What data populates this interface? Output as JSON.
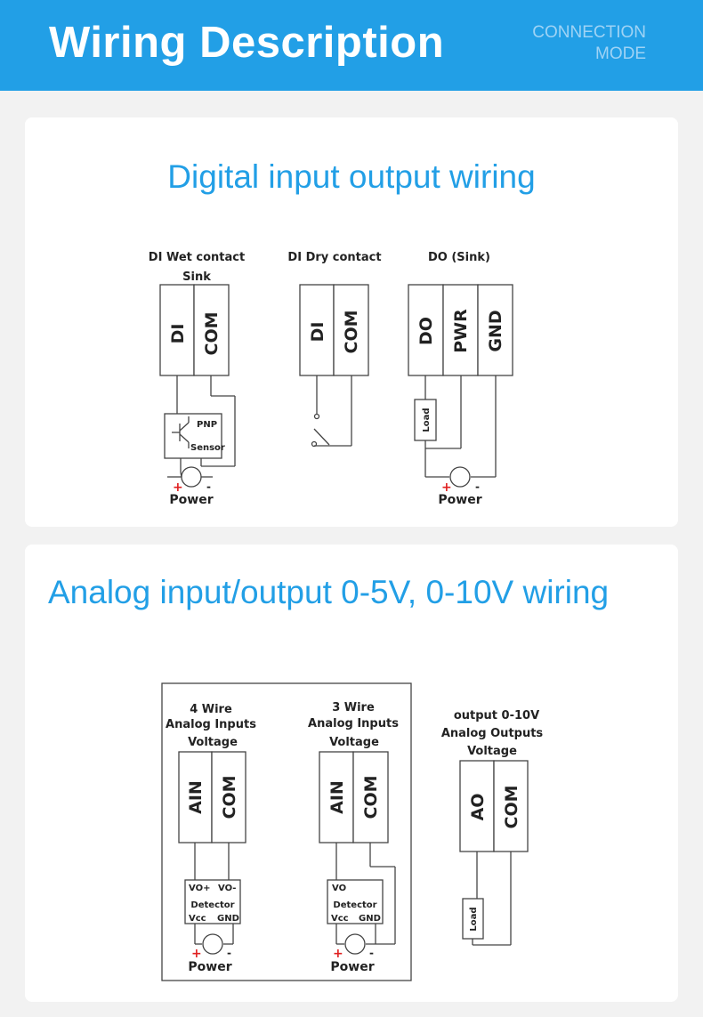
{
  "header": {
    "title": "Wiring Description",
    "sub_line1": "CONNECTION",
    "sub_line2": "MODE"
  },
  "digital": {
    "title": "Digital input output wiring",
    "wet": {
      "label1": "DI Wet contact",
      "label2": "Sink",
      "t1": "DI",
      "t2": "COM",
      "sensor_type": "PNP",
      "sensor_label": "Sensor",
      "power": "Power",
      "plus": "+",
      "minus": "-"
    },
    "dry": {
      "label": "DI Dry contact",
      "t1": "DI",
      "t2": "COM"
    },
    "do": {
      "label": "DO  (Sink)",
      "t1": "DO",
      "t2": "PWR",
      "t3": "GND",
      "load": "Load",
      "power": "Power",
      "plus": "+",
      "minus": "-"
    }
  },
  "analog": {
    "title": "Analog input/output 0-5V, 0-10V wiring",
    "four": {
      "label1": "4 Wire",
      "label2": "Analog Inputs",
      "label3": "Voltage",
      "t1": "AIN",
      "t2": "COM",
      "d_vo_plus": "VO+",
      "d_vo_minus": "VO-",
      "d_name": "Detector",
      "d_vcc": "Vcc",
      "d_gnd": "GND",
      "power": "Power",
      "plus": "+",
      "minus": "-"
    },
    "three": {
      "label1": "3 Wire",
      "label2": "Analog Inputs",
      "label3": "Voltage",
      "t1": "AIN",
      "t2": "COM",
      "d_vo": "VO",
      "d_name": "Detector",
      "d_vcc": "Vcc",
      "d_gnd": "GND",
      "power": "Power",
      "plus": "+",
      "minus": "-"
    },
    "out": {
      "label1": "output 0-10V",
      "label2": "Analog Outputs",
      "label3": "Voltage",
      "t1": "AO",
      "t2": "COM",
      "load": "Load"
    }
  }
}
